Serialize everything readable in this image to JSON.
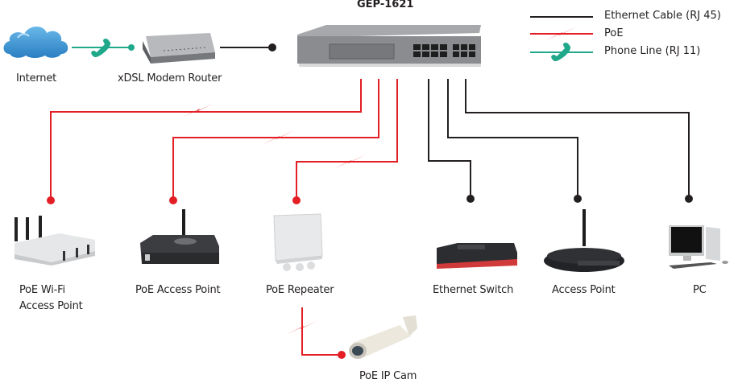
{
  "diagram": {
    "title": "GEP-1621",
    "colors": {
      "ethernet": "#231f20",
      "poe": "#e31e24",
      "phone": "#1fa88a",
      "cloud": "#3a93d4"
    },
    "legend": [
      {
        "type": "ethernet",
        "label": "Ethernet Cable (RJ 45)"
      },
      {
        "type": "poe",
        "label": "PoE",
        "icon": "lightning-bolt-icon"
      },
      {
        "type": "phone",
        "label": "Phone Line (RJ 11)",
        "icon": "phone-handset-icon"
      }
    ],
    "nodes": {
      "internet": "Internet",
      "modem": "xDSL Modem Router",
      "switch": "GEP-1621",
      "poe_wifi_ap_line1": "PoE Wi-Fi",
      "poe_wifi_ap_line2": "Access Point",
      "poe_ap": "PoE Access Point",
      "poe_repeater": "PoE Repeater",
      "poe_ip_cam": "PoE IP Cam",
      "ethernet_switch": "Ethernet Switch",
      "access_point": "Access Point",
      "pc": "PC"
    },
    "connections": [
      {
        "from": "Internet",
        "to": "xDSL Modem Router",
        "type": "phone"
      },
      {
        "from": "xDSL Modem Router",
        "to": "GEP-1621",
        "type": "ethernet"
      },
      {
        "from": "GEP-1621",
        "to": "PoE Wi-Fi Access Point",
        "type": "poe"
      },
      {
        "from": "GEP-1621",
        "to": "PoE Access Point",
        "type": "poe"
      },
      {
        "from": "GEP-1621",
        "to": "PoE Repeater",
        "type": "poe"
      },
      {
        "from": "PoE Repeater",
        "to": "PoE IP Cam",
        "type": "poe"
      },
      {
        "from": "GEP-1621",
        "to": "Ethernet Switch",
        "type": "ethernet"
      },
      {
        "from": "GEP-1621",
        "to": "Access Point",
        "type": "ethernet"
      },
      {
        "from": "GEP-1621",
        "to": "PC",
        "type": "ethernet"
      }
    ]
  }
}
